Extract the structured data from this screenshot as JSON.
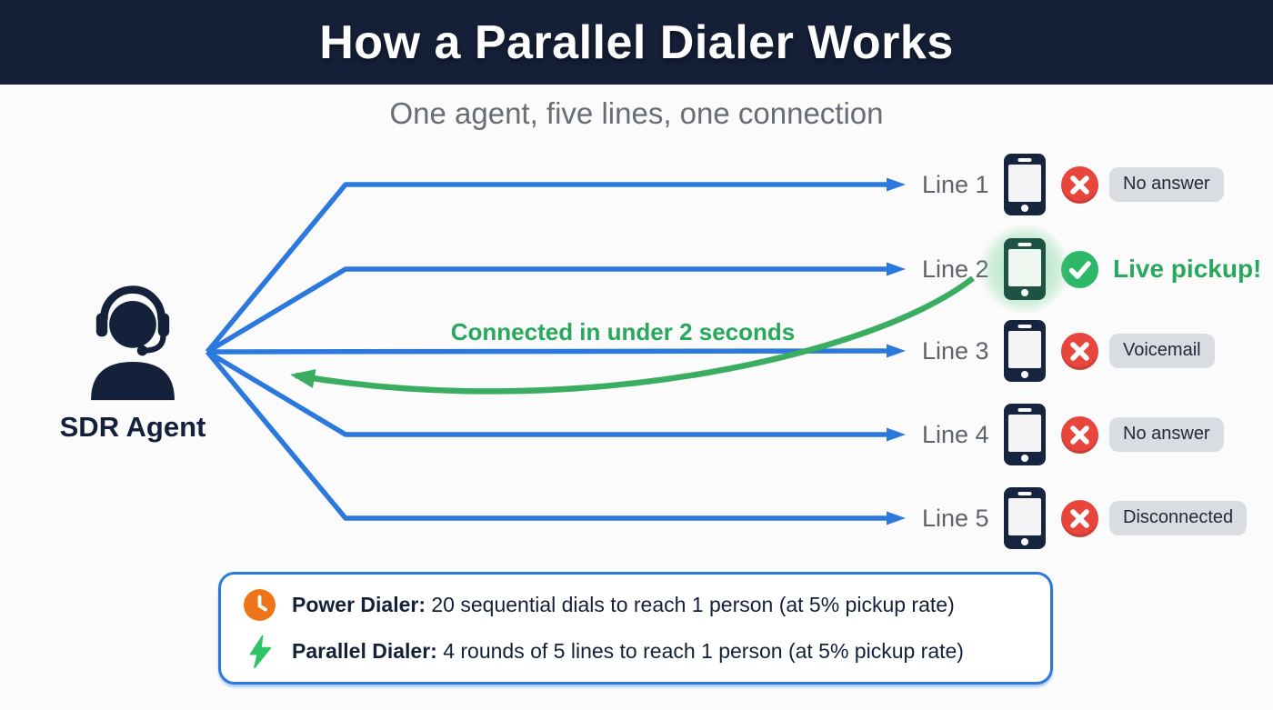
{
  "header": {
    "title": "How a Parallel Dialer Works"
  },
  "subtitle": "One agent, five lines, one connection",
  "agent": {
    "label": "SDR Agent"
  },
  "connection_note": "Connected in under 2 seconds",
  "lines": [
    {
      "label": "Line 1",
      "status": "No answer",
      "result": "fail"
    },
    {
      "label": "Line 2",
      "status": "Live pickup!",
      "result": "success"
    },
    {
      "label": "Line 3",
      "status": "Voicemail",
      "result": "fail"
    },
    {
      "label": "Line 4",
      "status": "No answer",
      "result": "fail"
    },
    {
      "label": "Line 5",
      "status": "Disconnected",
      "result": "fail"
    }
  ],
  "comparison": [
    {
      "icon": "clock-icon",
      "label": "Power Dialer:",
      "text": "20 sequential dials to reach 1 person (at 5% pickup rate)"
    },
    {
      "icon": "lightning-bolt-icon",
      "label": "Parallel Dialer:",
      "text": "4 rounds of 5 lines to reach 1 person (at 5% pickup rate)"
    }
  ],
  "icons": {
    "agent": "headset-agent-icon",
    "line_endpoint": "smartphone-icon",
    "fail_status": "x-circle-icon",
    "success_status": "check-circle-icon"
  },
  "colors": {
    "header_bg": "#151f37",
    "line_blue": "#2b79dd",
    "success_green": "#28a85c",
    "fail_red": "#e8453c",
    "navy_text": "#14203a",
    "badge_bg": "#d9dce1",
    "clock_orange": "#ee7418"
  }
}
